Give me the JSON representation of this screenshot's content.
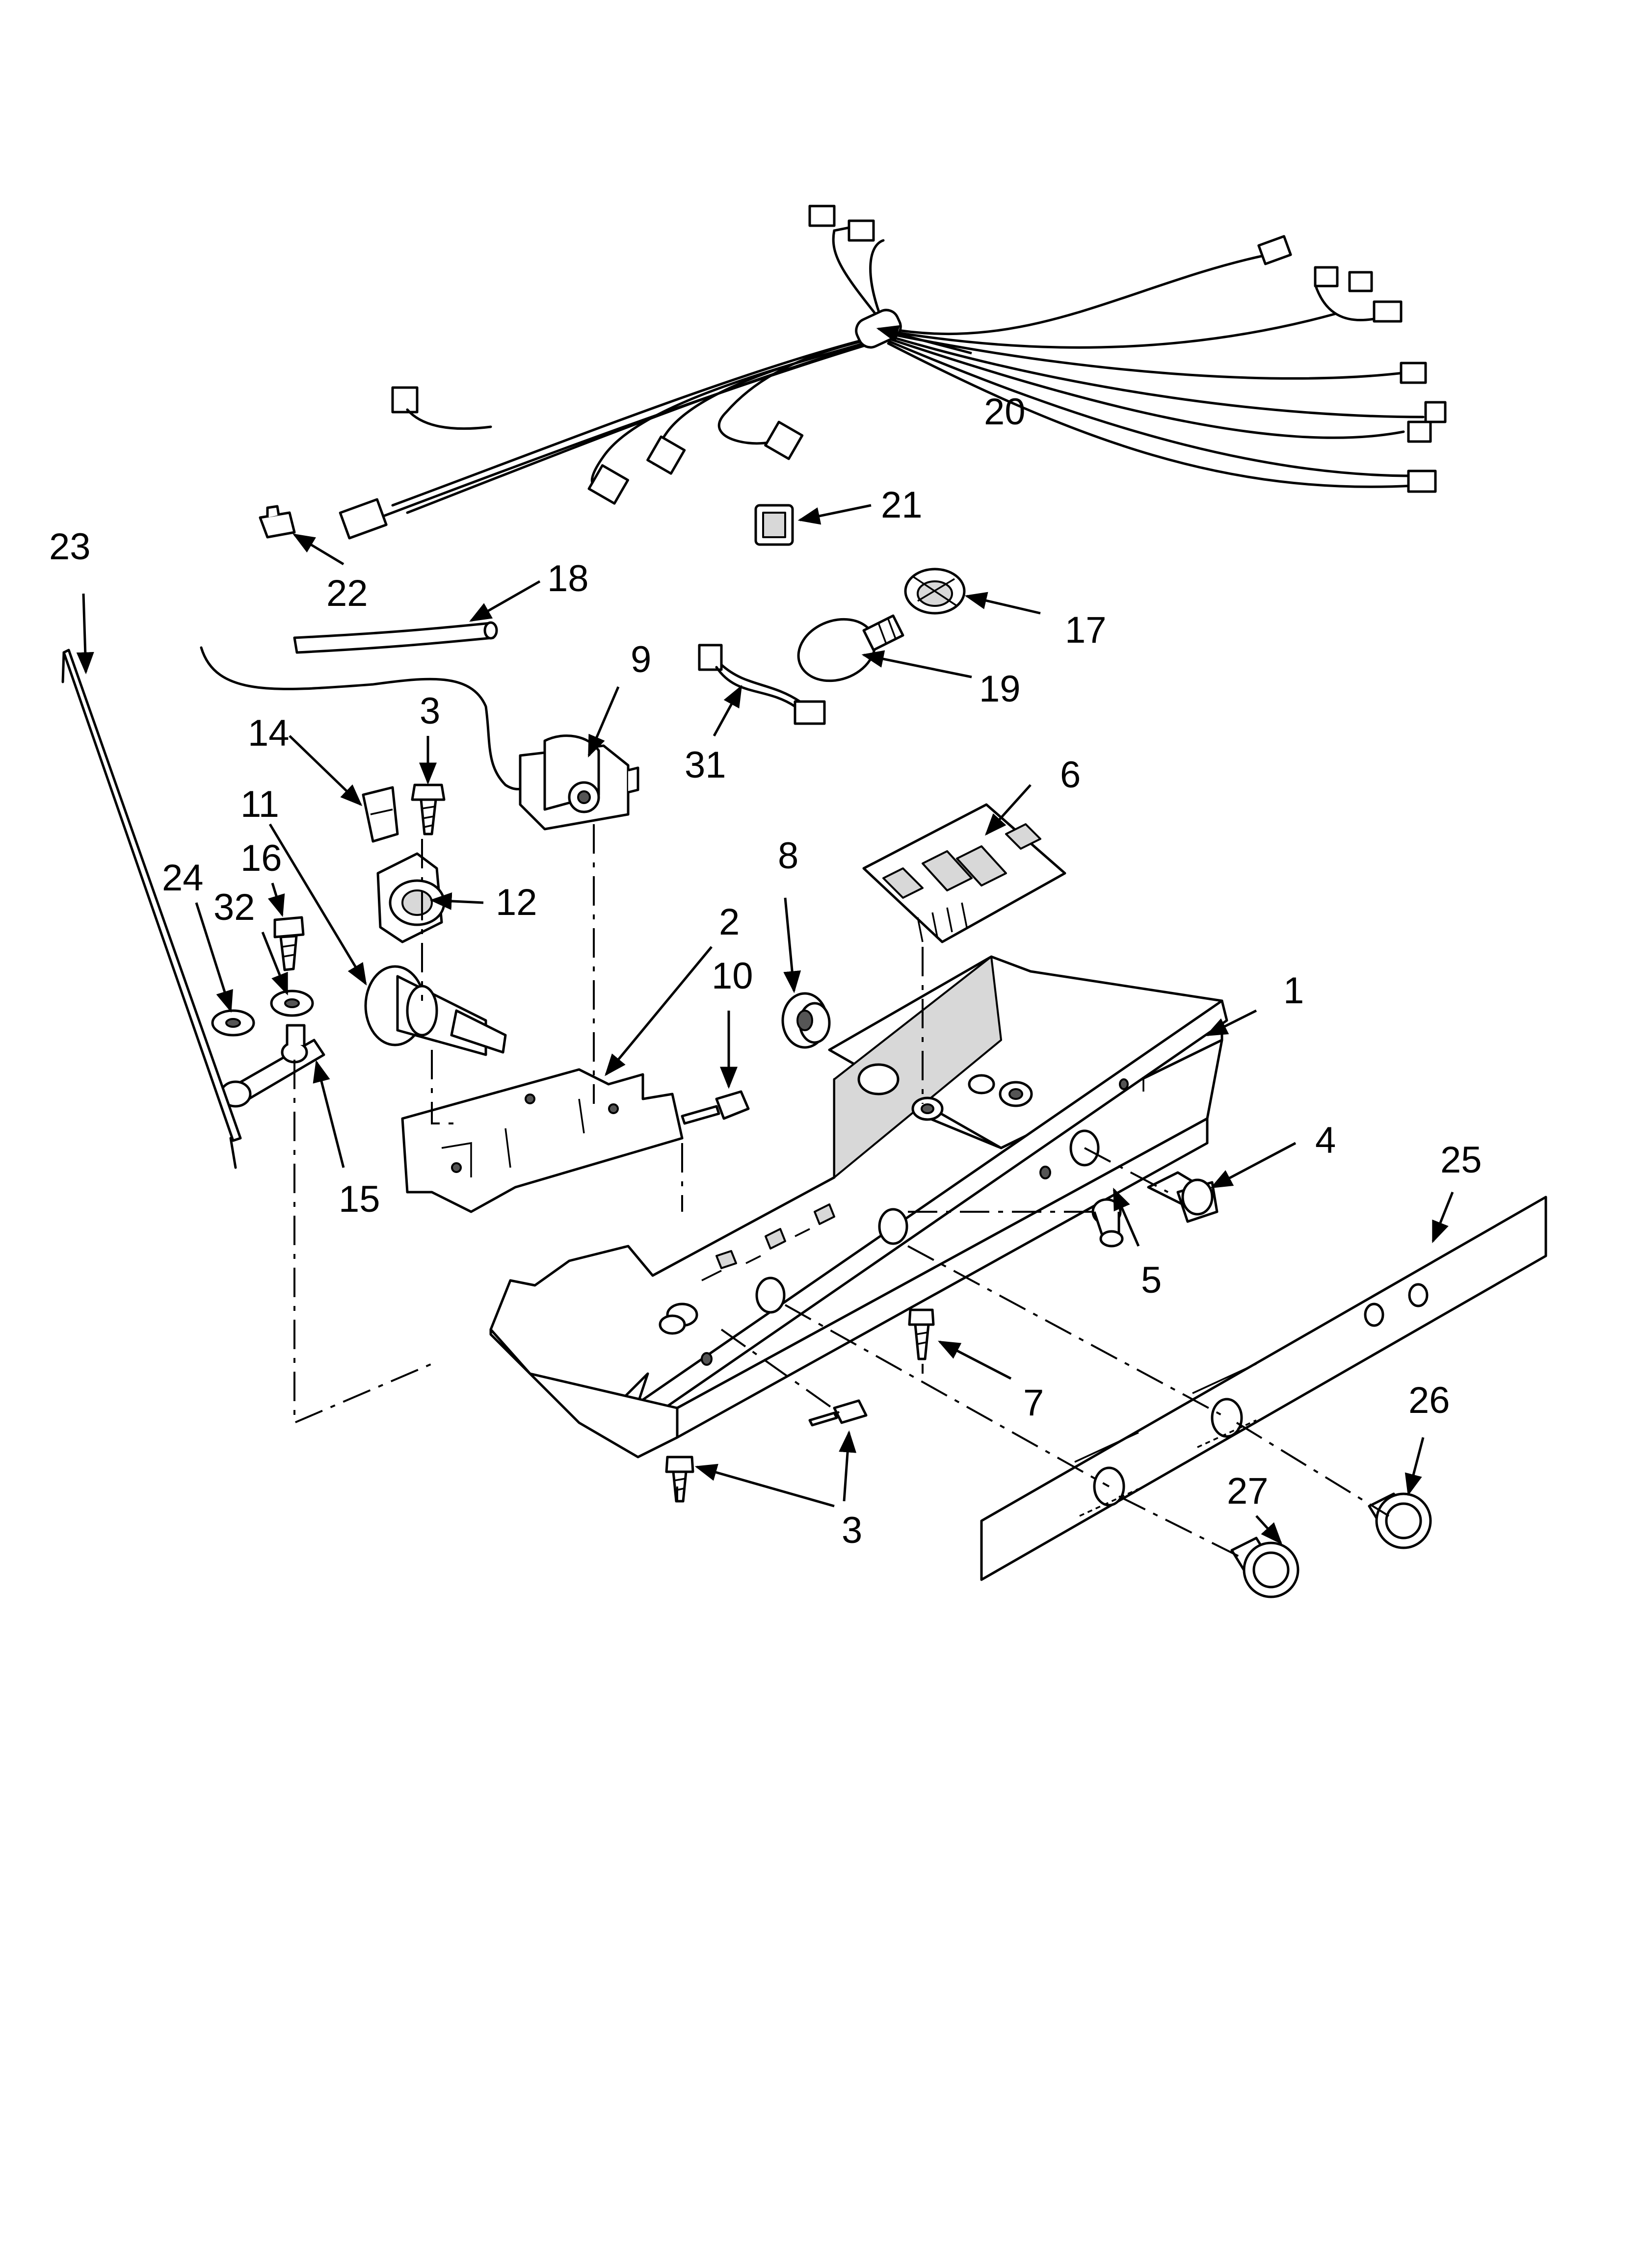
{
  "callouts": {
    "c1": "1",
    "c2": "2",
    "c3a": "3",
    "c3b": "3",
    "c4": "4",
    "c5": "5",
    "c6": "6",
    "c7": "7",
    "c8": "8",
    "c9": "9",
    "c10": "10",
    "c11": "11",
    "c12": "12",
    "c14": "14",
    "c15": "15",
    "c16": "16",
    "c17": "17",
    "c18": "18",
    "c19": "19",
    "c20": "20",
    "c21": "21",
    "c22": "22",
    "c23": "23",
    "c24": "24",
    "c25": "25",
    "c26": "26",
    "c27": "27",
    "c31": "31",
    "c32": "32"
  }
}
